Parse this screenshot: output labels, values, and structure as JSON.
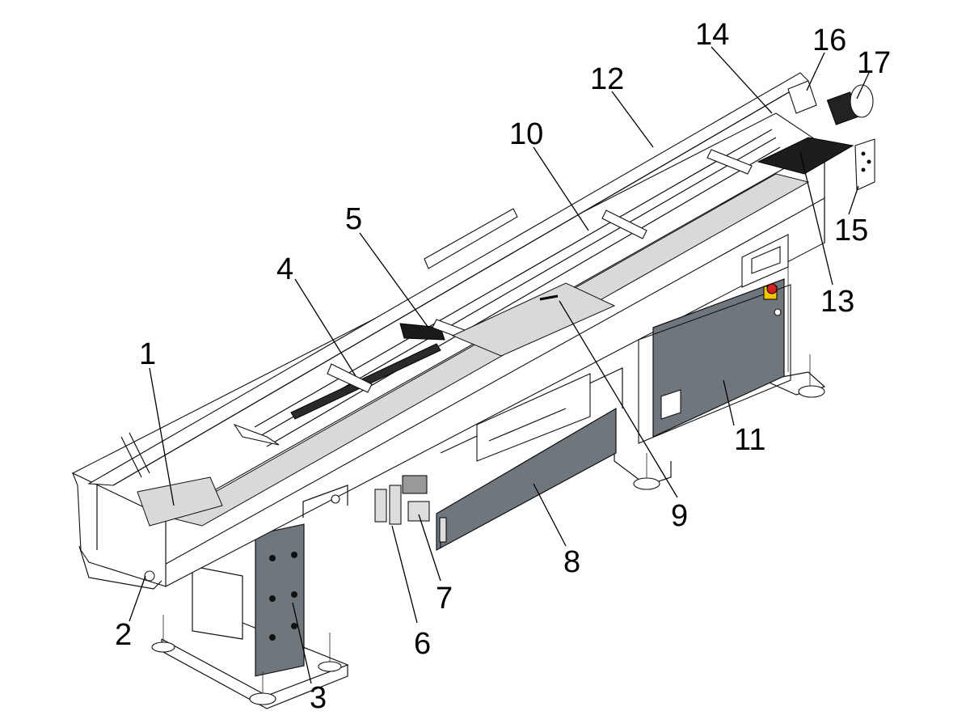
{
  "callouts": [
    {
      "id": "1",
      "label": "1"
    },
    {
      "id": "2",
      "label": "2"
    },
    {
      "id": "3",
      "label": "3"
    },
    {
      "id": "4",
      "label": "4"
    },
    {
      "id": "5",
      "label": "5"
    },
    {
      "id": "6",
      "label": "6"
    },
    {
      "id": "7",
      "label": "7"
    },
    {
      "id": "8",
      "label": "8"
    },
    {
      "id": "9",
      "label": "9"
    },
    {
      "id": "10",
      "label": "10"
    },
    {
      "id": "11",
      "label": "11"
    },
    {
      "id": "12",
      "label": "12"
    },
    {
      "id": "13",
      "label": "13"
    },
    {
      "id": "14",
      "label": "14"
    },
    {
      "id": "15",
      "label": "15"
    },
    {
      "id": "16",
      "label": "16"
    },
    {
      "id": "17",
      "label": "17"
    }
  ],
  "colors": {
    "line": "#111111",
    "panel_dark": "#6f767c",
    "panel_light": "#d9d9d9",
    "panel_black": "#1d1d1d",
    "emergency_stop": "#d42020",
    "warning_yellow": "#f2c400"
  }
}
